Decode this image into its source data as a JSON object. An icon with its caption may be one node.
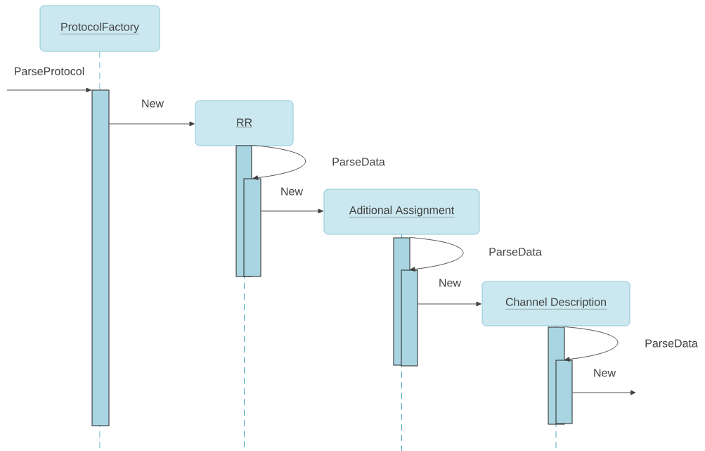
{
  "diagram": {
    "nodes": [
      {
        "text": [
          "ProtocolFactory"
        ]
      },
      {
        "text": [
          "RR"
        ]
      },
      {
        "text": [
          "Aditional Assignment"
        ]
      },
      {
        "text": [
          "Channel Description"
        ]
      },
      {
        "text": [],
        "shape": "bar"
      },
      {
        "text": [],
        "shape": "bar"
      },
      {
        "text": [],
        "shape": "bar"
      },
      {
        "text": [],
        "shape": "bar"
      },
      {
        "text": [],
        "shape": "bar"
      },
      {
        "text": [],
        "shape": "bar"
      },
      {
        "text": [],
        "shape": "bar"
      }
    ],
    "edges": [
      {
        "from": null,
        "to": 4,
        "arrow": "to",
        "label": "ParseProtocol"
      },
      {
        "from": 4,
        "to": 1,
        "arrow": "to",
        "label": "New"
      },
      {
        "from": 5,
        "to": 6,
        "arrow": "to",
        "label": "ParseData"
      },
      {
        "from": 6,
        "to": 2,
        "arrow": "to",
        "label": "New"
      },
      {
        "from": 7,
        "to": 8,
        "arrow": "to",
        "label": "ParseData"
      },
      {
        "from": 8,
        "to": 3,
        "arrow": "to",
        "label": "New"
      },
      {
        "from": 9,
        "to": 10,
        "arrow": "to",
        "label": "ParseData"
      },
      {
        "from": 10,
        "to": null,
        "arrow": "to",
        "label": "New"
      }
    ]
  }
}
